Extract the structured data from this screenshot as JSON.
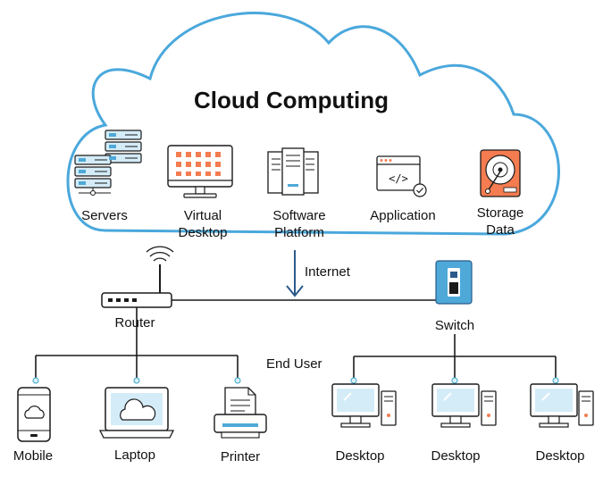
{
  "cloud": {
    "title": "Cloud Computing",
    "services": [
      {
        "label_lines": [
          "Servers"
        ],
        "icon": "servers-icon"
      },
      {
        "label_lines": [
          "Virtual",
          "Desktop"
        ],
        "icon": "virtual-desktop-icon"
      },
      {
        "label_lines": [
          "Software",
          "Platform"
        ],
        "icon": "software-platform-icon"
      },
      {
        "label_lines": [
          "Application"
        ],
        "icon": "application-icon"
      },
      {
        "label_lines": [
          "Storage",
          "Data"
        ],
        "icon": "storage-data-icon"
      }
    ]
  },
  "network": {
    "internet_label": "Internet",
    "router_label": "Router",
    "switch_label": "Switch",
    "end_user_label": "End User"
  },
  "devices": [
    {
      "label": "Mobile",
      "icon": "mobile-icon"
    },
    {
      "label": "Laptop",
      "icon": "laptop-icon"
    },
    {
      "label": "Printer",
      "icon": "printer-icon"
    },
    {
      "label": "Desktop",
      "icon": "desktop-icon"
    },
    {
      "label": "Desktop",
      "icon": "desktop-icon"
    },
    {
      "label": "Desktop",
      "icon": "desktop-icon"
    }
  ],
  "colors": {
    "cloud_outline": "#4aa8dc",
    "accent_blue": "#4ea9d8",
    "light_blue": "#d4ecf8",
    "orange": "#f47c50",
    "dark": "#1a1a1a"
  }
}
